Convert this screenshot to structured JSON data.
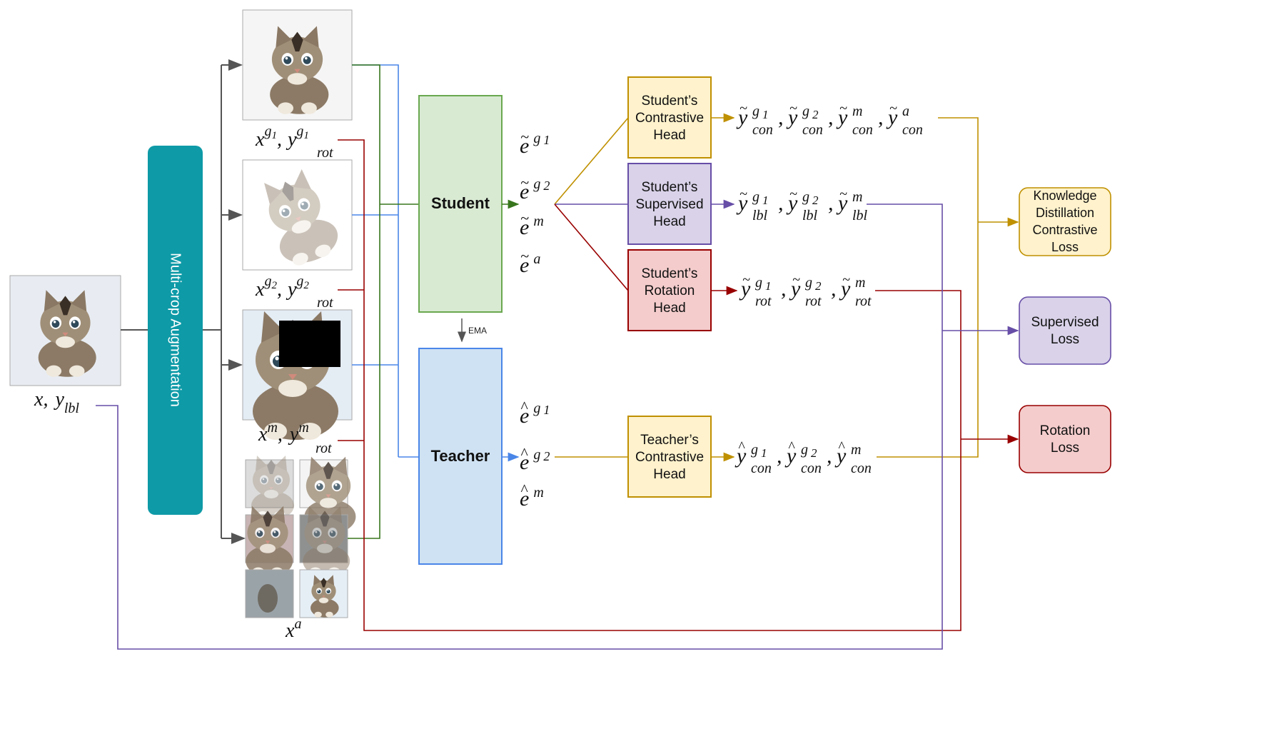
{
  "colors": {
    "arrow_gray": "#555555",
    "blue": "#4a86e8",
    "green": "#38761d",
    "red": "#990000",
    "purple": "#674ea7",
    "gold": "#bf9000",
    "teal": "#0e9aa7",
    "student_fill": "#d9ead3",
    "teacher_fill": "#cfe2f3",
    "yellow_fill": "#fff2cc",
    "purple_fill": "#d9d2e9",
    "red_fill": "#f4cccc"
  },
  "input": {
    "x": "x",
    "comma": ",",
    "y": "y",
    "y_sub": "lbl"
  },
  "augmentation": {
    "label": "Multi-crop Augmentation"
  },
  "crops": {
    "g1": {
      "x": "x",
      "x_sup": "g",
      "x_sup_sub": "1",
      "comma": ",",
      "y": "y",
      "y_sup": "g",
      "y_sup_sub": "1",
      "y_sub": "rot"
    },
    "g2": {
      "x": "x",
      "x_sup": "g",
      "x_sup_sub": "2",
      "comma": ",",
      "y": "y",
      "y_sup": "g",
      "y_sup_sub": "2",
      "y_sub": "rot"
    },
    "m": {
      "x": "x",
      "x_sup": "m",
      "comma": ",",
      "y": "y",
      "y_sup": "m",
      "y_sub": "rot"
    },
    "a": {
      "x": "x",
      "x_sup": "a"
    }
  },
  "student": {
    "label": "Student"
  },
  "teacher": {
    "label": "Teacher"
  },
  "ema": {
    "label": "EMA"
  },
  "student_embeddings": {
    "e1": {
      "base": "e",
      "sup": "g",
      "sup_sub": "1"
    },
    "e2": {
      "base": "e",
      "sup": "g",
      "sup_sub": "2"
    },
    "e3": {
      "base": "e",
      "sup": "m"
    },
    "e4": {
      "base": "e",
      "sup": "a"
    }
  },
  "teacher_embeddings": {
    "e1": {
      "base": "e",
      "sup": "g",
      "sup_sub": "1"
    },
    "e2": {
      "base": "e",
      "sup": "g",
      "sup_sub": "2"
    },
    "e3": {
      "base": "e",
      "sup": "m"
    }
  },
  "heads": {
    "student_contrastive": {
      "line1": "Student’s",
      "line2": "Contrastive",
      "line3": "Head"
    },
    "student_supervised": {
      "line1": "Student’s",
      "line2": "Supervised",
      "line3": "Head"
    },
    "student_rotation": {
      "line1": "Student’s",
      "line2": "Rotation",
      "line3": "Head"
    },
    "teacher_contrastive": {
      "line1": "Teacher’s",
      "line2": "Contrastive",
      "line3": "Head"
    }
  },
  "outputs": {
    "student_con": {
      "base": "y",
      "sub": "con",
      "terms": [
        {
          "sup": "g",
          "sup_sub": "1"
        },
        {
          "sup": "g",
          "sup_sub": "2"
        },
        {
          "sup": "m"
        },
        {
          "sup": "a"
        }
      ]
    },
    "student_lbl": {
      "base": "y",
      "sub": "lbl",
      "terms": [
        {
          "sup": "g",
          "sup_sub": "1"
        },
        {
          "sup": "g",
          "sup_sub": "2"
        },
        {
          "sup": "m"
        }
      ]
    },
    "student_rot": {
      "base": "y",
      "sub": "rot",
      "terms": [
        {
          "sup": "g",
          "sup_sub": "1"
        },
        {
          "sup": "g",
          "sup_sub": "2"
        },
        {
          "sup": "m"
        }
      ]
    },
    "teacher_con": {
      "base": "y",
      "sub": "con",
      "terms": [
        {
          "sup": "g",
          "sup_sub": "1"
        },
        {
          "sup": "g",
          "sup_sub": "2"
        },
        {
          "sup": "m"
        }
      ]
    },
    "comma": ","
  },
  "losses": {
    "kd": {
      "line1": "Knowledge",
      "line2": "Distillation",
      "line3": "Contrastive",
      "line4": "Loss"
    },
    "supervised": {
      "line1": "Supervised",
      "line2": "Loss"
    },
    "rotation": {
      "line1": "Rotation",
      "line2": "Loss"
    }
  }
}
